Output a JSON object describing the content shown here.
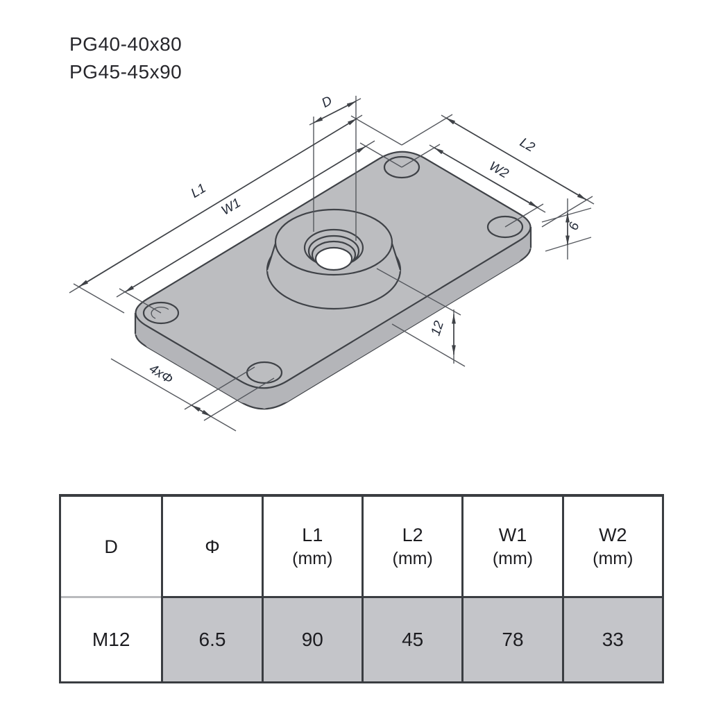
{
  "title": {
    "line1": "PG40-40x80",
    "line2": "PG45-45x90"
  },
  "drawing": {
    "labels": {
      "hole_thread": "D",
      "length_outer": "L1",
      "hole_span_long": "W1",
      "width_outer": "L2",
      "hole_span_short": "W2",
      "plate_thickness": "6",
      "boss_height": "12",
      "corner_holes": "4xΦ"
    }
  },
  "table": {
    "columns": [
      {
        "label": "D",
        "unit": ""
      },
      {
        "label": "Φ",
        "unit": ""
      },
      {
        "label": "L1",
        "unit": "(mm)"
      },
      {
        "label": "L2",
        "unit": "(mm)"
      },
      {
        "label": "W1",
        "unit": "(mm)"
      },
      {
        "label": "W2",
        "unit": "(mm)"
      }
    ],
    "row": [
      "M12",
      "6.5",
      "90",
      "45",
      "78",
      "33"
    ]
  },
  "colors": {
    "plate_gray": "#bcbdc0",
    "side_gray": "#b4b5b9",
    "table_row_gray": "#c4c5c9",
    "line_dark": "#3f4247"
  }
}
